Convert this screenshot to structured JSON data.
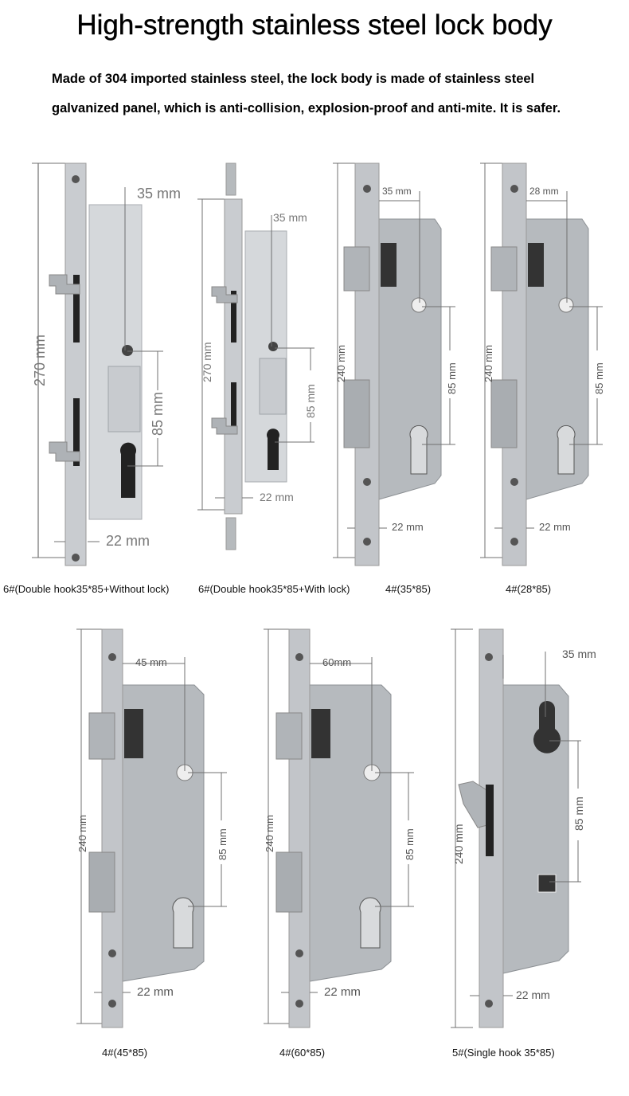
{
  "header": {
    "title": "High-strength stainless steel lock body",
    "description_line1": "Made of 304 imported stainless steel, the lock body is made of stainless steel",
    "description_line2": "galvanized panel, which is anti-collision, explosion-proof and anti-mite. It is safer."
  },
  "colors": {
    "steel_light": "#d6d9dc",
    "steel_mid": "#b9bdc1",
    "steel_dark": "#8e9296",
    "dimension_line": "#707070",
    "text": "#000000"
  },
  "products": [
    {
      "caption": "6#(Double hook35*85+Without lock)",
      "dims": {
        "height": "270 mm",
        "backset": "35 mm",
        "center": "85 mm",
        "faceplate": "22 mm"
      }
    },
    {
      "caption": "6#(Double hook35*85+With lock)",
      "dims": {
        "height": "270 mm",
        "backset": "35 mm",
        "center": "85 mm",
        "faceplate": "22 mm"
      }
    },
    {
      "caption": "4#(35*85)",
      "dims": {
        "height": "240 mm",
        "backset": "35 mm",
        "center": "85 mm",
        "faceplate": "22 mm"
      }
    },
    {
      "caption": "4#(28*85)",
      "dims": {
        "height": "240 mm",
        "backset": "28 mm",
        "center": "85 mm",
        "faceplate": "22 mm"
      }
    },
    {
      "caption": "4#(45*85)",
      "dims": {
        "height": "240 mm",
        "backset": "45 mm",
        "center": "85 mm",
        "faceplate": "22 mm"
      }
    },
    {
      "caption": "4#(60*85)",
      "dims": {
        "height": "240 mm",
        "backset": "60mm",
        "center": "85 mm",
        "faceplate": "22 mm"
      }
    },
    {
      "caption": "5#(Single hook 35*85)",
      "dims": {
        "height": "240 mm",
        "backset": "35 mm",
        "center": "85 mm",
        "faceplate": "22 mm"
      }
    }
  ]
}
